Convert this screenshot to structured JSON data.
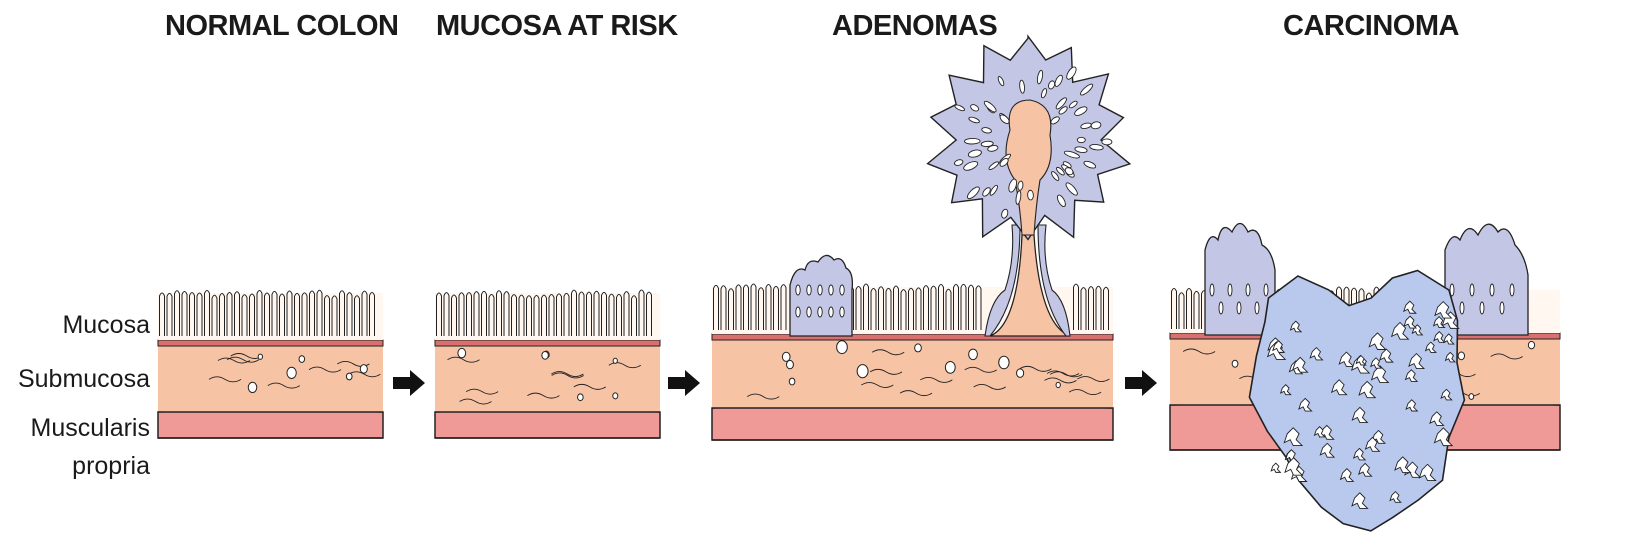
{
  "stages": [
    {
      "id": "normal",
      "title": "NORMAL COLON"
    },
    {
      "id": "risk",
      "title": "MUCOSA AT RISK"
    },
    {
      "id": "adenoma",
      "title": "ADENOMAS"
    },
    {
      "id": "carcinoma",
      "title": "CARCINOMA"
    }
  ],
  "layers": {
    "mucosa": "Mucosa",
    "submucosa": "Submucosa",
    "muscularis_line1": "Muscularis",
    "muscularis_line2": "propria"
  },
  "colors": {
    "mucosa": "#fff7f0",
    "submucosa": "#f6c3a5",
    "muscularis": "#ef9a97",
    "adenoma": "#c4c6e6",
    "carcinoma": "#b9c9ee",
    "outline": "#222222",
    "arrow": "#111111"
  }
}
